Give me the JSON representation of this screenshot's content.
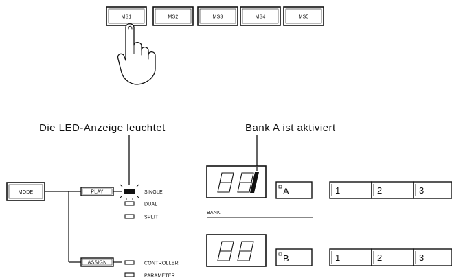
{
  "memory_switches": [
    "MS1",
    "MS2",
    "MS3",
    "MS4",
    "MS5"
  ],
  "captions": {
    "led_lit": "Die LED-Anzeige leuchtet",
    "bank_active": "Bank A ist aktiviert"
  },
  "mode_panel": {
    "mode_label": "MODE",
    "play_label": "PLAY",
    "assign_label": "ASSIGN",
    "play_options": [
      "SINGLE",
      "DUAL",
      "SPLIT"
    ],
    "assign_options": [
      "CONTROLLER",
      "PARAMETER"
    ]
  },
  "bank_panel": {
    "bank_label": "BANK",
    "bank_a": "A",
    "bank_b": "B",
    "numbers": [
      "1",
      "2",
      "3"
    ]
  }
}
